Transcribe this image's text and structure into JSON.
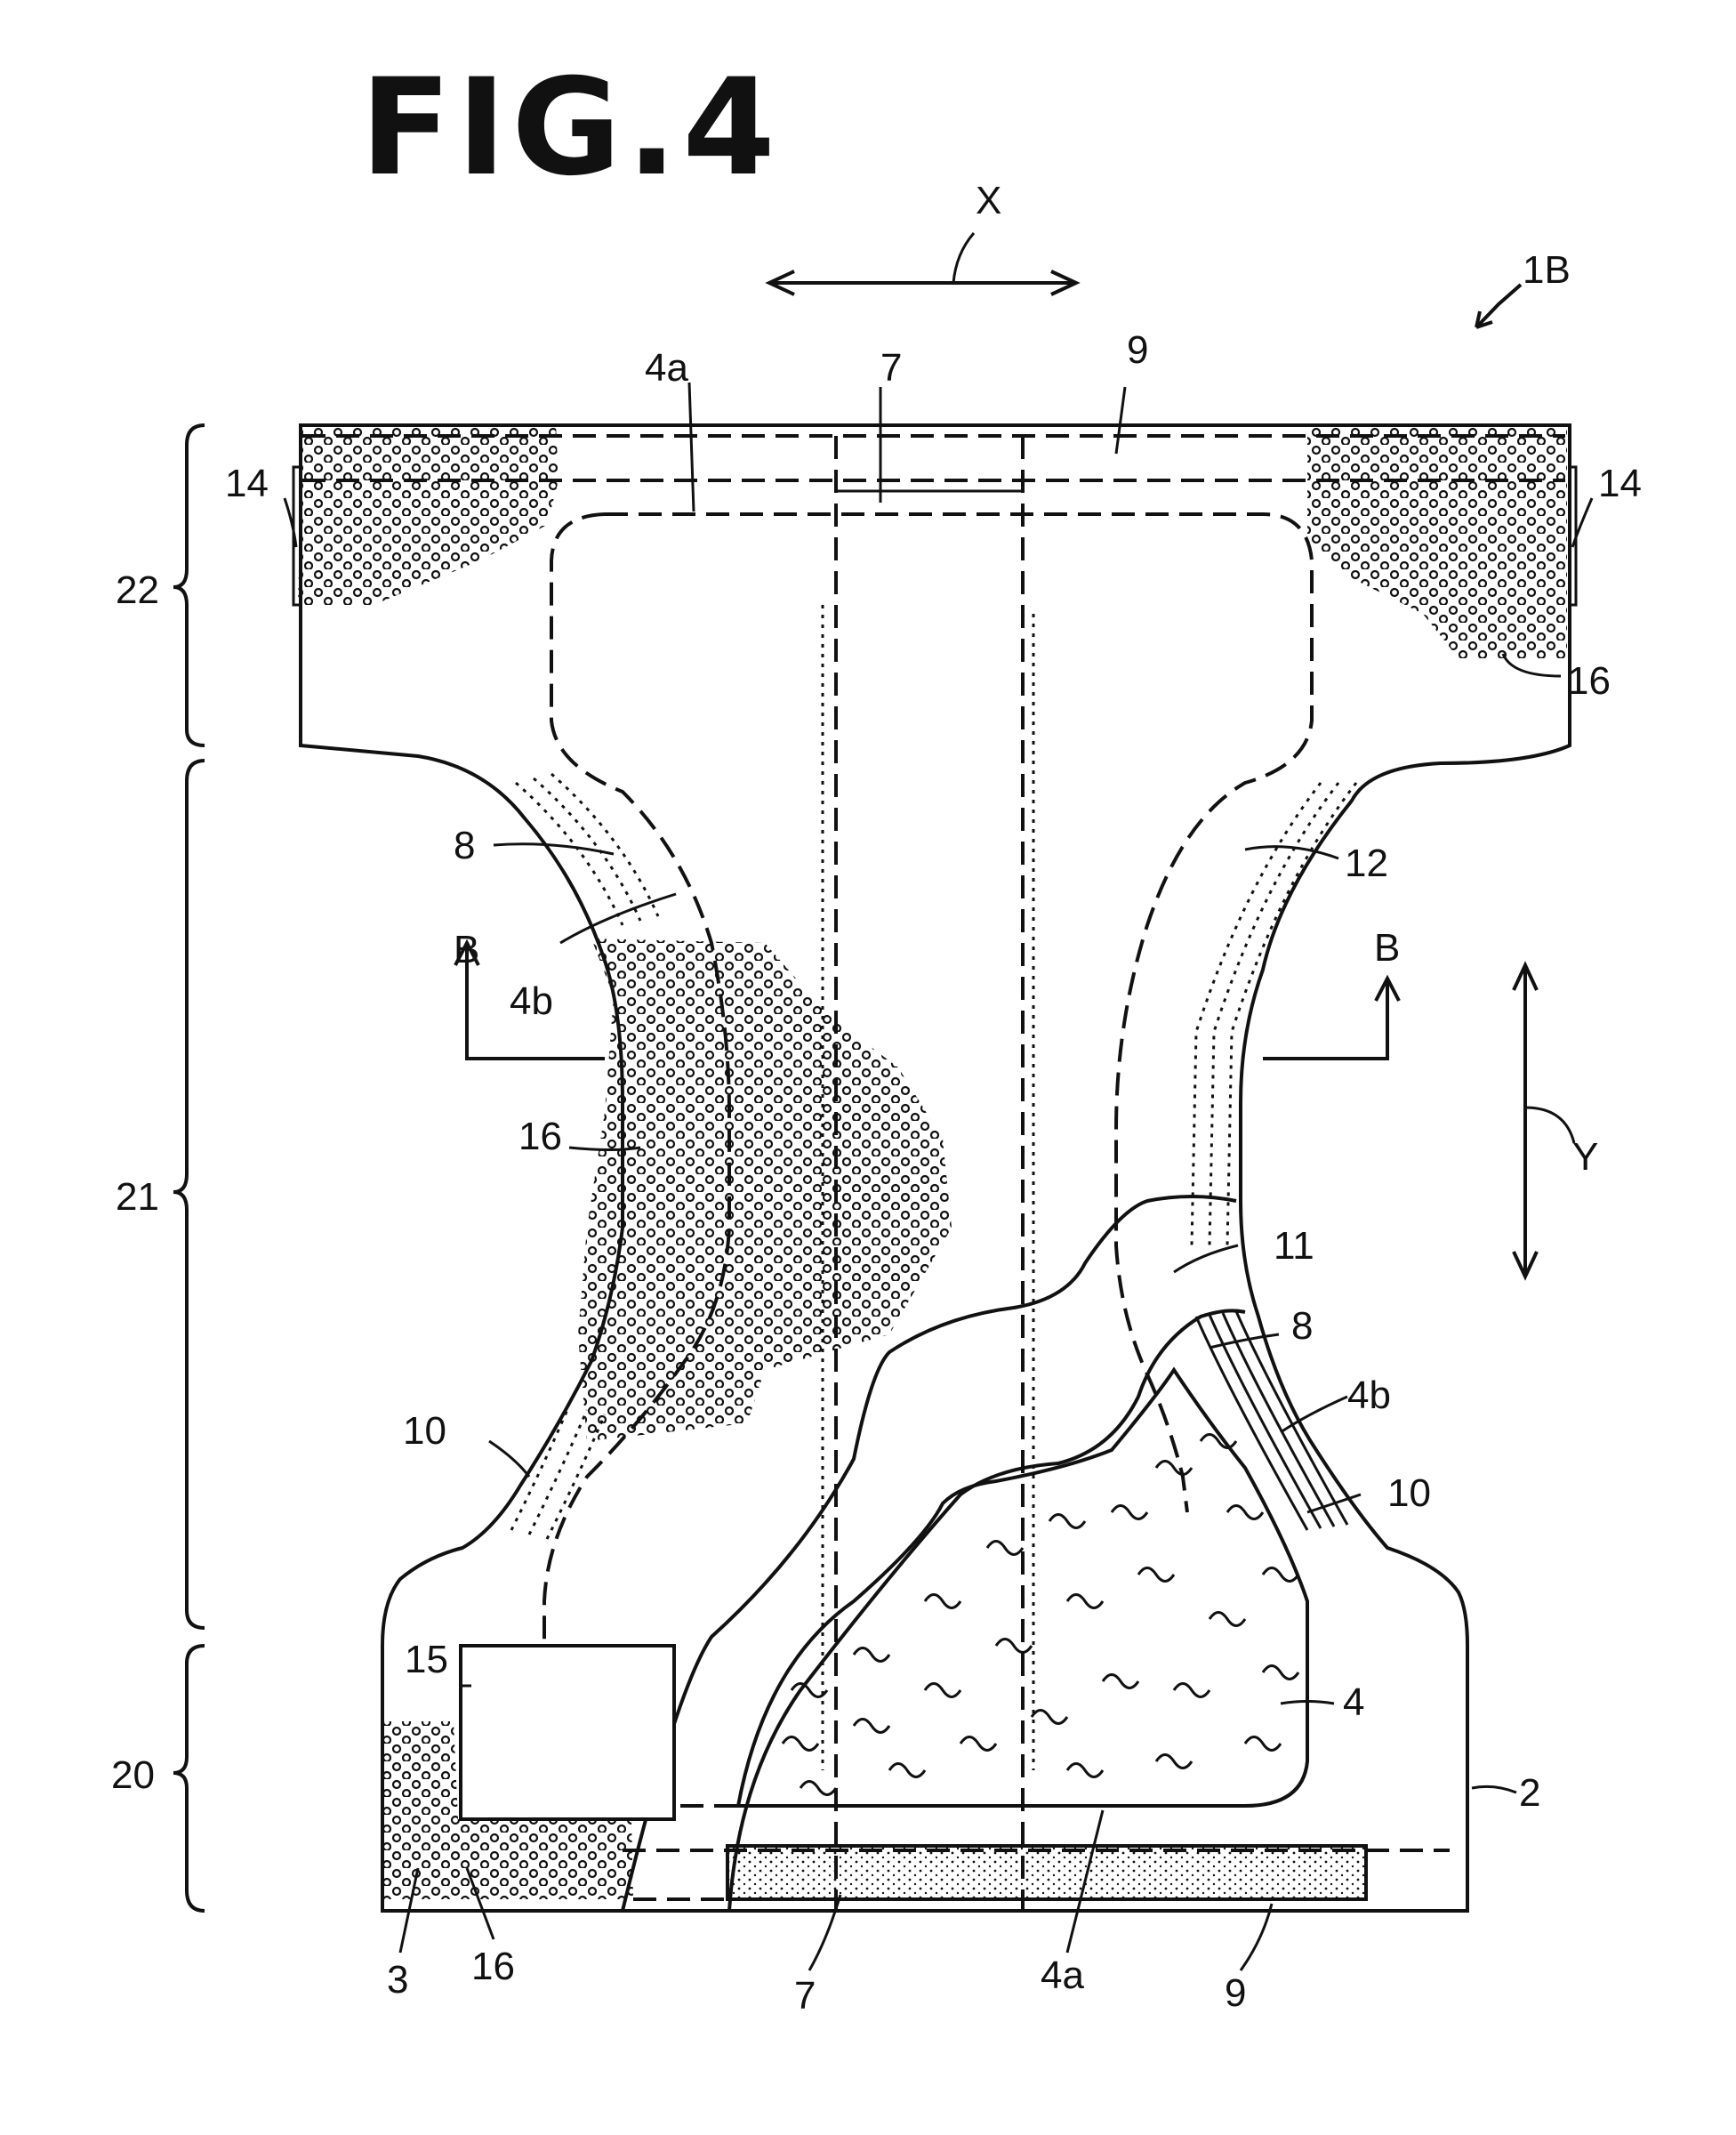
{
  "figure": {
    "title": "FIG.4"
  },
  "labels": {
    "x_dir": "X",
    "y_dir": "Y",
    "ref_1b": "1B",
    "ref_4a_top": "4a",
    "ref_7_top": "7",
    "ref_9_top": "9",
    "ref_14_left": "14",
    "ref_14_right": "14",
    "ref_16_right": "16",
    "ref_22": "22",
    "ref_21": "21",
    "ref_20": "20",
    "ref_8_left": "8",
    "ref_12": "12",
    "ref_b_left": "B",
    "ref_b_right": "B",
    "ref_4b_left": "4b",
    "ref_16_left": "16",
    "ref_11": "11",
    "ref_8_right": "8",
    "ref_4b_right": "4b",
    "ref_10_left": "10",
    "ref_10_right": "10",
    "ref_15": "15",
    "ref_4": "4",
    "ref_2": "2",
    "ref_3": "3",
    "ref_16_bottom": "16",
    "ref_7_bottom": "7",
    "ref_4a_bottom": "4a",
    "ref_9_bottom": "9"
  }
}
